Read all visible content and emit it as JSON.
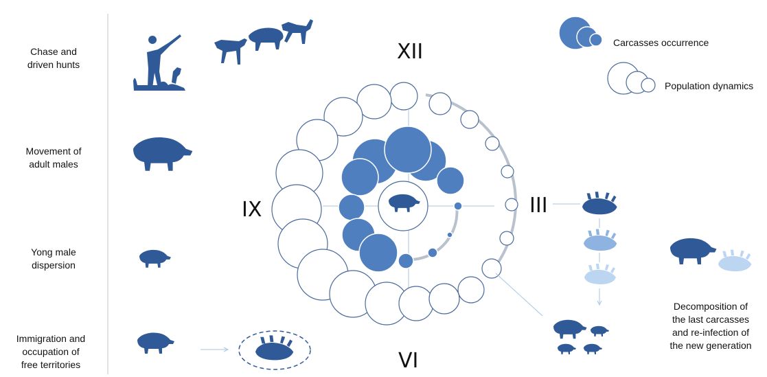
{
  "left_labels": [
    [
      "Chase and",
      "driven hunts"
    ],
    [
      "Movement of",
      "adult males"
    ],
    [
      "Yong male",
      "dispersion"
    ],
    [
      "Immigration and",
      "occupation of",
      "free territories"
    ]
  ],
  "months": {
    "top": "XII",
    "left": "IX",
    "right": "III",
    "bottom": "VI"
  },
  "legend": {
    "carcasses": "Carcasses occurrence",
    "population": "Population dynamics"
  },
  "right_caption": [
    "Decomposition of",
    "the last carcasses",
    "and re-infection of",
    "the new generation"
  ],
  "colors": {
    "dark_blue": "#2f5a97",
    "mid_blue": "#4f7fbf",
    "light_blue": "#8fb3e0",
    "pale_blue": "#bcd6f2",
    "ring": "#4a6a9c",
    "track": "#b9c1cd"
  },
  "icons": [
    "hunter-icon",
    "dogs-chasing-boar-icon",
    "adult-boar-icon",
    "young-boar-icon",
    "running-boar-icon",
    "dead-boar-icon",
    "decomposing-carcass-icon",
    "piglets-icon"
  ]
}
